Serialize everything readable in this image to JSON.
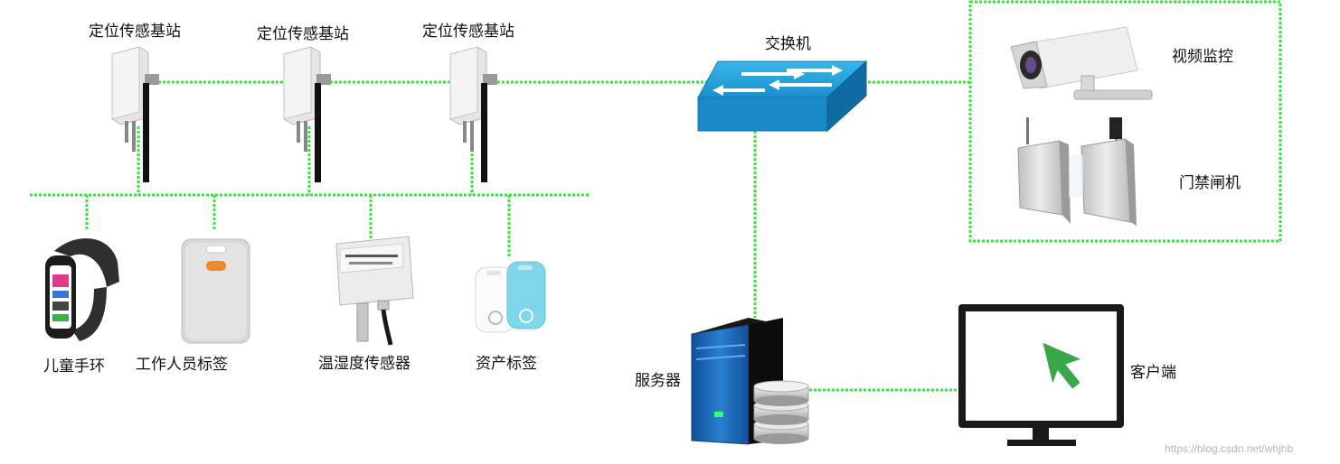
{
  "base_stations": [
    {
      "label": "定位传感基站"
    },
    {
      "label": "定位传感基站"
    },
    {
      "label": "定位传感基站"
    }
  ],
  "switch": {
    "label": "交换机"
  },
  "security": {
    "video": {
      "label": "视频监控"
    },
    "gate": {
      "label": "门禁闸机"
    }
  },
  "devices": [
    {
      "label": "儿童手环",
      "icon": "bracelet-icon"
    },
    {
      "label": "工作人员标签",
      "icon": "staff-tag-icon"
    },
    {
      "label": "温湿度传感器",
      "icon": "sensor-icon"
    },
    {
      "label": "资产标签",
      "icon": "asset-tag-icon"
    }
  ],
  "server": {
    "label": "服务器"
  },
  "client": {
    "label": "客户端"
  },
  "watermark": "https://blog.csdn.net/whjhb",
  "colors": {
    "link": "#39e639",
    "switch": "#1e9ad6",
    "server": "#1a5fa8",
    "cursor": "#3aa84a"
  }
}
